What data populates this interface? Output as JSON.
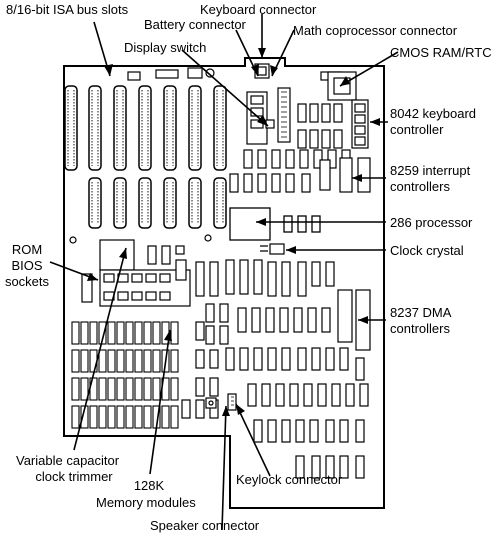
{
  "labels": {
    "isa_slots": "8/16-bit ISA bus slots",
    "keyboard_connector": "Keyboard connector",
    "battery_connector": "Battery connector",
    "math_coprocessor": "Math coprocessor connector",
    "display_switch": "Display switch",
    "cmos": "CMOS RAM/RTC",
    "kbd_ctrl_1": "8042 keyboard",
    "kbd_ctrl_2": "controller",
    "interrupt_1": "8259 interrupt",
    "interrupt_2": "controllers",
    "processor": "286 processor",
    "clock_crystal": "Clock crystal",
    "rom_1": "ROM",
    "rom_2": "BIOS",
    "rom_3": "sockets",
    "dma_1": "8237 DMA",
    "dma_2": "controllers",
    "var_cap_1": "Variable capacitor",
    "var_cap_2": "clock trimmer",
    "mem_1": "128K",
    "mem_2": "Memory modules",
    "keylock": "Keylock connector",
    "speaker": "Speaker connector"
  },
  "colors": {
    "line": "#000000",
    "board": "#ffffff"
  }
}
